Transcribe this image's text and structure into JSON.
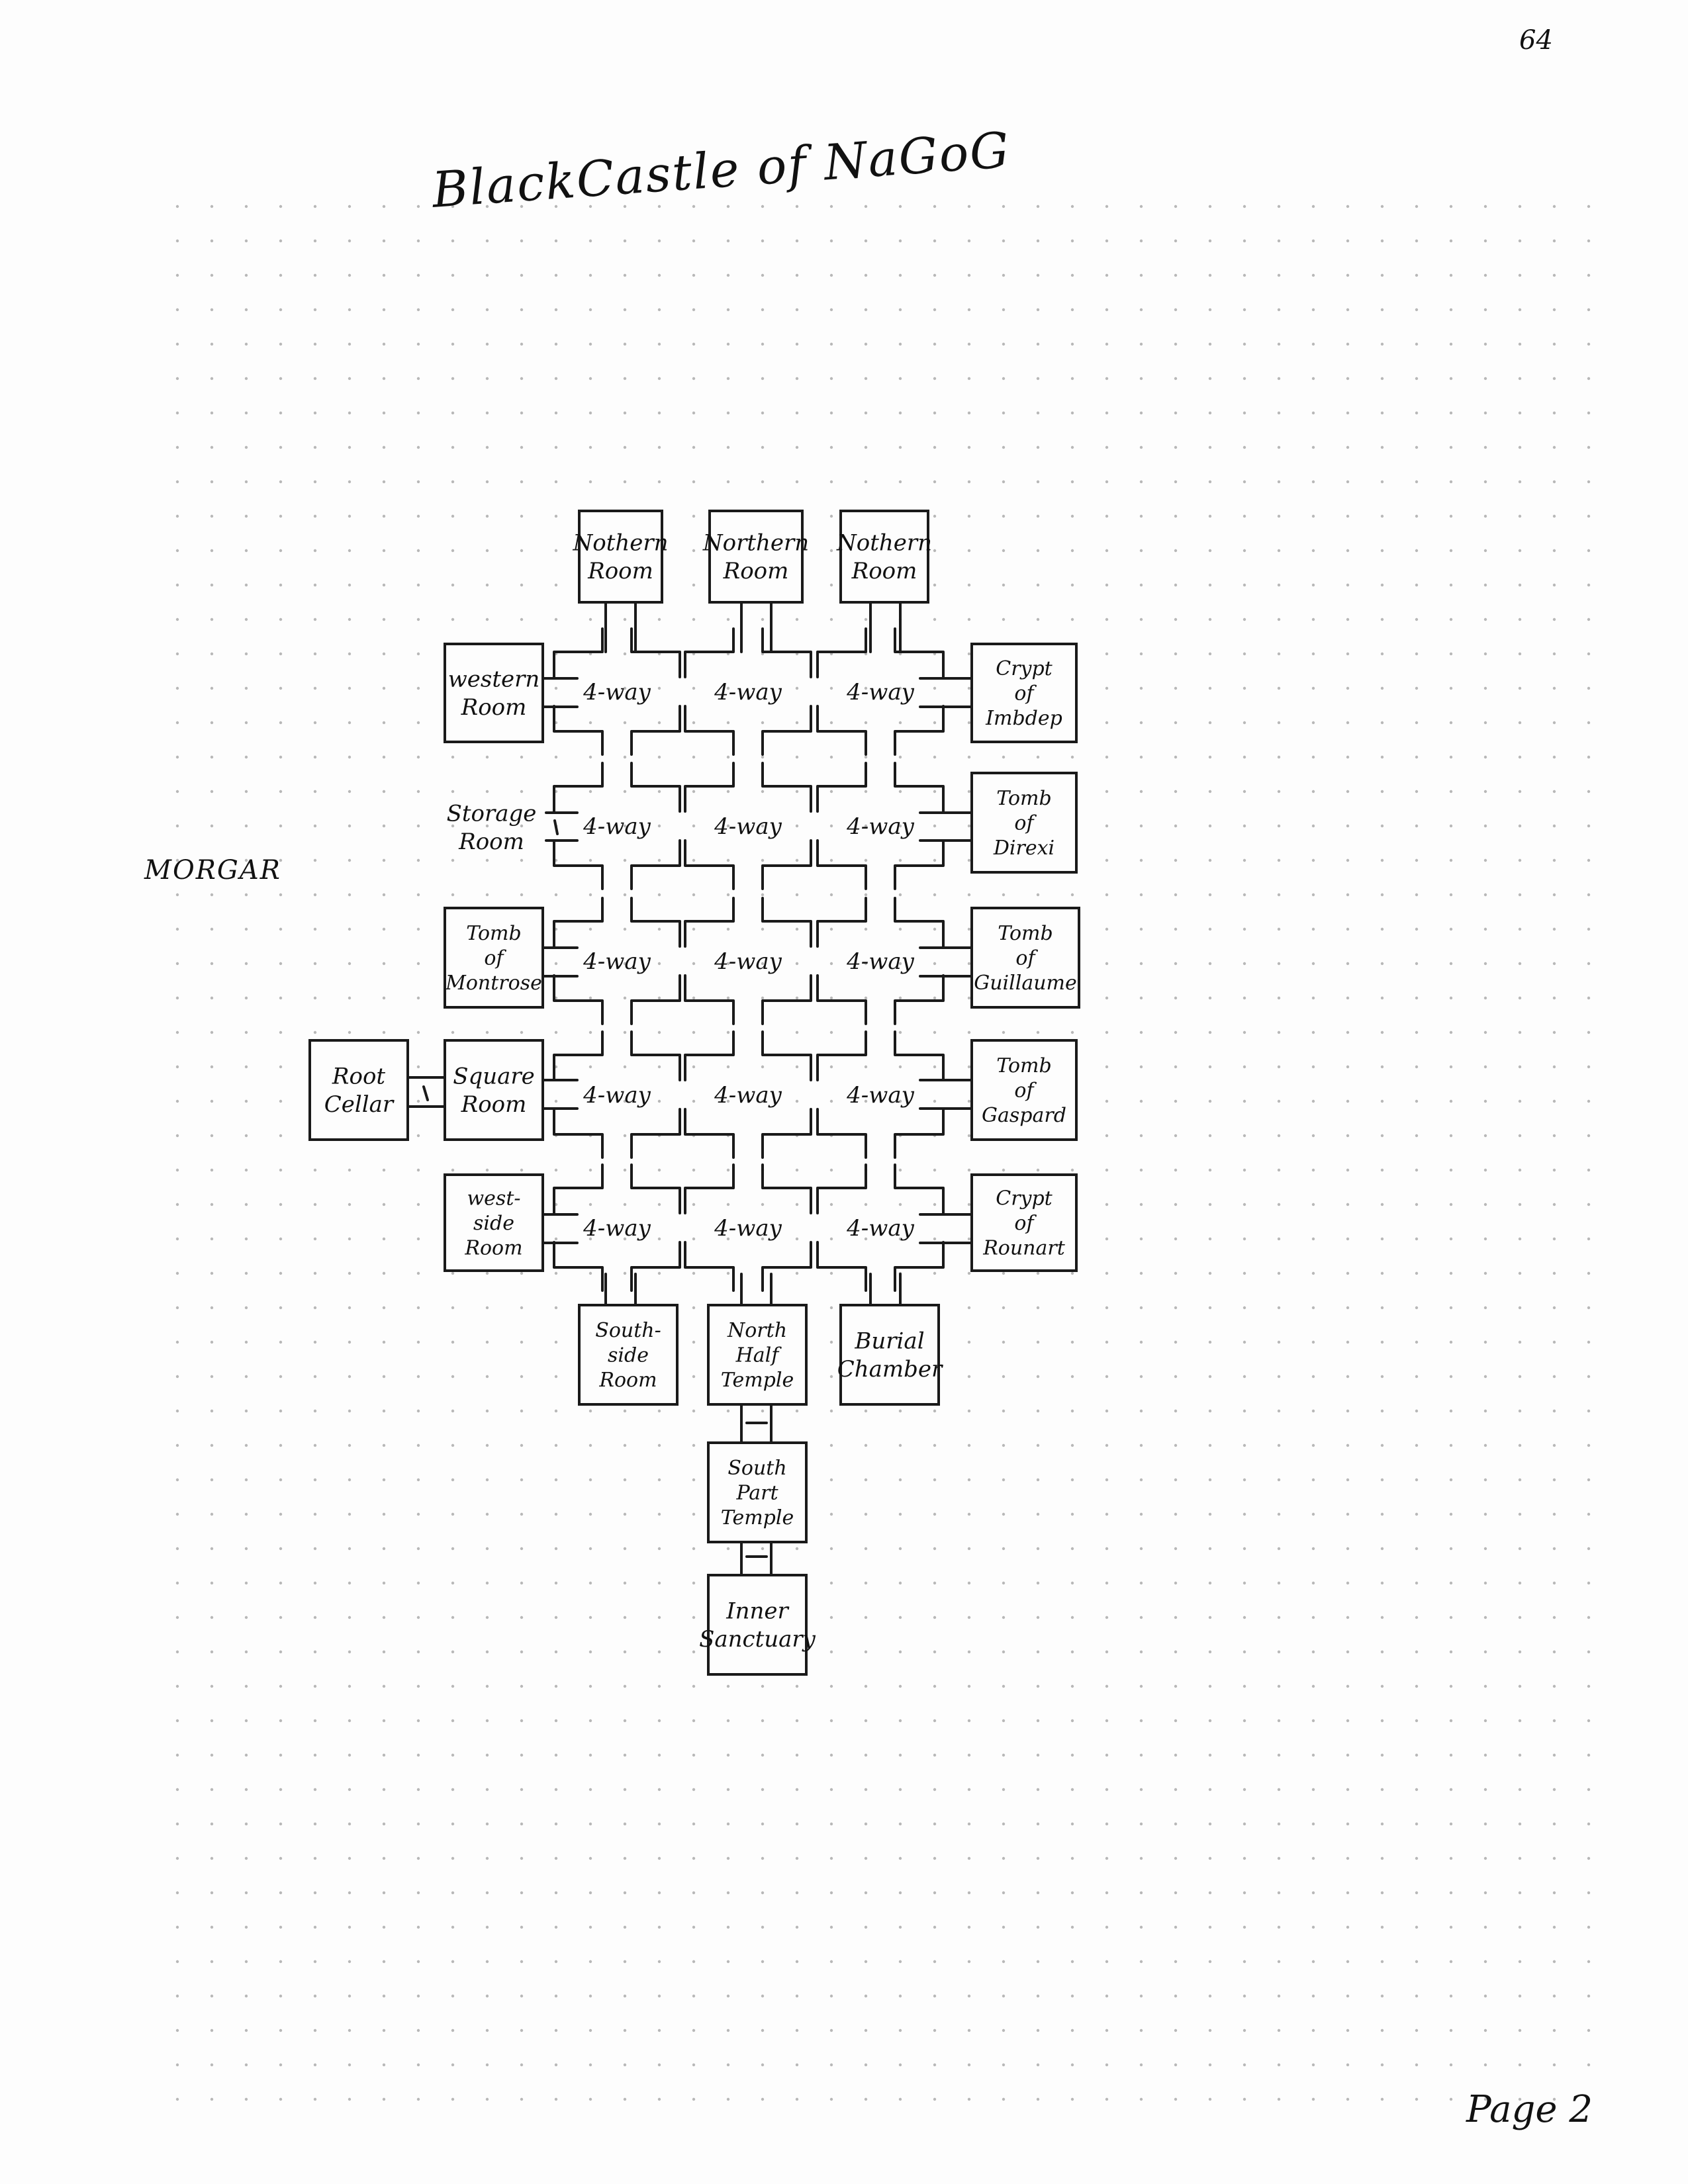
{
  "page": {
    "title": "BlackCastle of NaGoG",
    "page_number_top": "64",
    "page_number_bottom": "Page 2",
    "side_note": "MORGAR"
  },
  "rooms": [
    {
      "id": "northern-room-1",
      "lines": [
        "Nothern",
        "Room"
      ]
    },
    {
      "id": "northern-room-2",
      "lines": [
        "Northern",
        "Room"
      ]
    },
    {
      "id": "northern-room-3",
      "lines": [
        "Nothern",
        "Room"
      ]
    },
    {
      "id": "western-room",
      "lines": [
        "western",
        "Room"
      ]
    },
    {
      "id": "crypt-of-imbdep",
      "lines": [
        "Crypt",
        "of",
        "Imbdep"
      ]
    },
    {
      "id": "storage-room",
      "lines": [
        "Storage",
        "Room"
      ]
    },
    {
      "id": "tomb-of-direxi",
      "lines": [
        "Tomb",
        "of",
        "Direxi"
      ]
    },
    {
      "id": "tomb-of-montrose",
      "lines": [
        "Tomb",
        "of",
        "Montrose"
      ]
    },
    {
      "id": "tomb-of-guillaume",
      "lines": [
        "Tomb",
        "of",
        "Guillaume"
      ]
    },
    {
      "id": "root-cellar",
      "lines": [
        "Root",
        "Cellar"
      ]
    },
    {
      "id": "square-room",
      "lines": [
        "Square",
        "Room"
      ]
    },
    {
      "id": "tomb-of-gaspard",
      "lines": [
        "Tomb",
        "of",
        "Gaspard"
      ]
    },
    {
      "id": "west-side-room",
      "lines": [
        "west-",
        "side",
        "Room"
      ]
    },
    {
      "id": "crypt-of-rounart",
      "lines": [
        "Crypt",
        "of",
        "Rounart"
      ]
    },
    {
      "id": "south-side-room",
      "lines": [
        "South-",
        "side",
        "Room"
      ]
    },
    {
      "id": "north-half-temple",
      "lines": [
        "North",
        "Half",
        "Temple"
      ]
    },
    {
      "id": "burial-chamber",
      "lines": [
        "Burial",
        "Chamber"
      ]
    },
    {
      "id": "south-part-temple",
      "lines": [
        "South",
        "Part",
        "Temple"
      ]
    },
    {
      "id": "inner-sanctuary",
      "lines": [
        "Inner",
        "Sanctuary"
      ]
    }
  ],
  "junction_label": "4-way"
}
